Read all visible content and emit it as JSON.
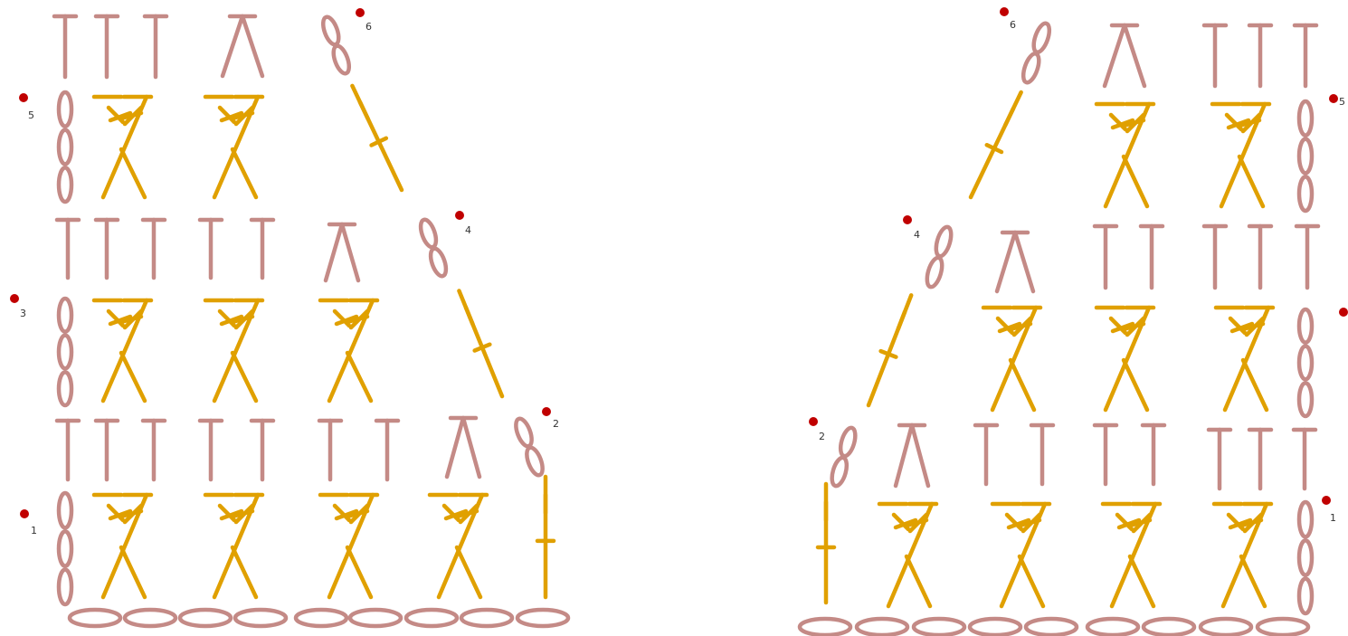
{
  "colors": {
    "mauve": "#c48a86",
    "gold": "#e0a000",
    "marker": "#c00000",
    "label": "#333333",
    "background": "#ffffff"
  },
  "stitch_types": {
    "chain": "chain-stitch",
    "treble": "treble-stitch",
    "treble_cluster": "treble-cluster",
    "crossed_treble": "crossed-treble",
    "double_crochet": "double-crochet-stitch"
  },
  "diagrams": [
    {
      "side": "left",
      "row_labels": [
        "1",
        "2",
        "3",
        "4",
        "5",
        "6"
      ]
    },
    {
      "side": "right",
      "row_labels": [
        "1",
        "2",
        "",
        "4",
        "5",
        "6"
      ]
    }
  ]
}
